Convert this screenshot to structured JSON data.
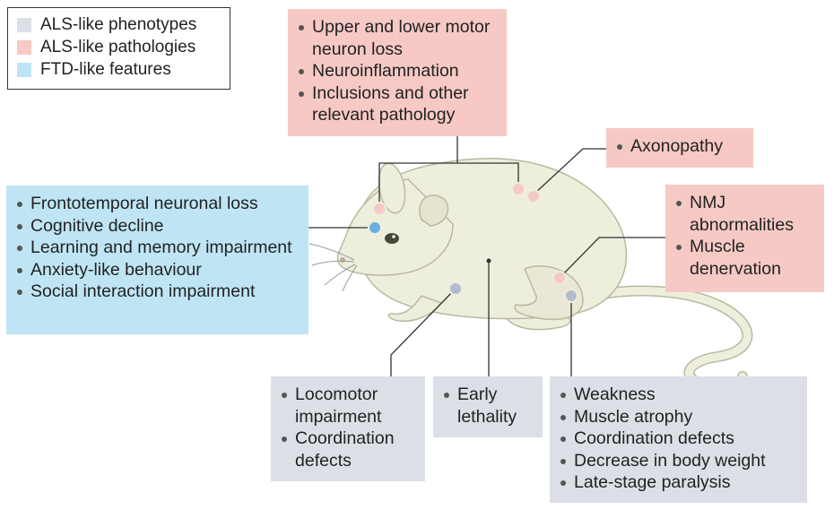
{
  "legend": [
    {
      "label": "ALS-like phenotypes",
      "color": "#dcdfe6"
    },
    {
      "label": "ALS-like pathologies",
      "color": "#f6c9c5"
    },
    {
      "label": "FTD-like features",
      "color": "#bfe5f5"
    }
  ],
  "colors": {
    "pink": "#f6c9c5",
    "blue": "#bfe5f5",
    "grey": "#dcdfe6",
    "mouse_body": "#eeeedd",
    "mouse_outline": "#b9b9a0"
  },
  "boxes": {
    "motor": [
      "Upper and lower motor neuron loss",
      "Neuroinflammation",
      "Inclusions and other relevant pathology"
    ],
    "axon": [
      "Axonopathy"
    ],
    "nmj": [
      "NMJ abnormalities",
      "Muscle denervation"
    ],
    "ftd": [
      "Frontotemporal neuronal loss",
      "Cognitive decline",
      "Learning and memory impairment",
      "Anxiety-like behaviour",
      "Social interaction impairment"
    ],
    "locomotor": [
      "Locomotor impairment",
      "Coordination defects"
    ],
    "lethality": [
      "Early lethality"
    ],
    "weakness": [
      "Weakness",
      "Muscle atrophy",
      "Coordination defects",
      "Decrease in body weight",
      "Late-stage paralysis"
    ]
  }
}
